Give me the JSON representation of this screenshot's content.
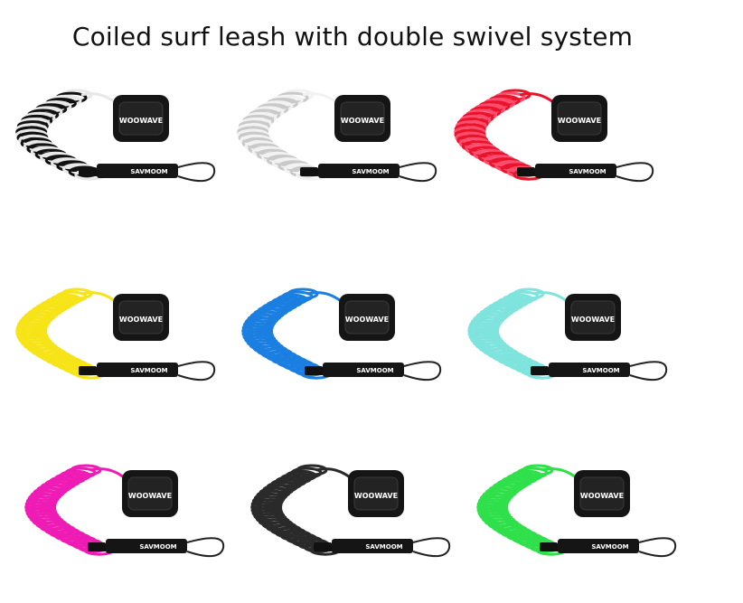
{
  "title": "Coiled surf leash with double swivel system",
  "brand": "WOOWAVE",
  "brand_mirrored": "SAVMOOM",
  "leashes": [
    {
      "color_name": "black-white",
      "coil": "#e8e8e8",
      "stripe": "#111111"
    },
    {
      "color_name": "clear",
      "coil": "#f2f2f2",
      "stripe": "#c9c9c9"
    },
    {
      "color_name": "red",
      "coil": "#e8142b",
      "stripe": "#ff4d6d"
    },
    {
      "color_name": "yellow",
      "coil": "#f6e418",
      "stripe": "#f6e418"
    },
    {
      "color_name": "blue",
      "coil": "#1a7fe0",
      "stripe": "#1a7fe0"
    },
    {
      "color_name": "aqua",
      "coil": "#7fe3de",
      "stripe": "#7fe3de"
    },
    {
      "color_name": "pink",
      "coil": "#ee1cb4",
      "stripe": "#ee1cb4"
    },
    {
      "color_name": "black",
      "coil": "#2a2a2a",
      "stripe": "#2a2a2a"
    },
    {
      "color_name": "green",
      "coil": "#2fe04a",
      "stripe": "#2fe04a"
    }
  ]
}
